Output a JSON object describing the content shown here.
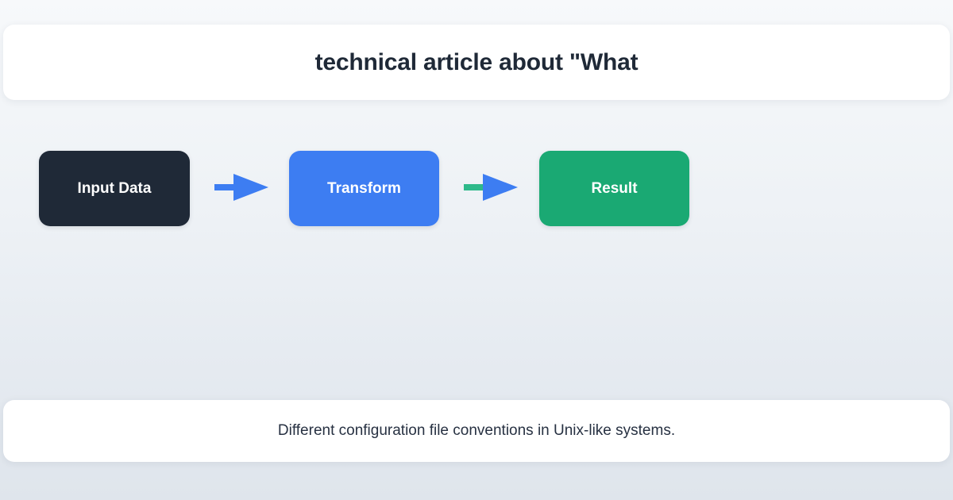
{
  "page": {
    "background_top": "#f7f9fb",
    "background_bottom": "#dfe5ec"
  },
  "header": {
    "title": "technical article about \"What"
  },
  "diagram": {
    "nodes": [
      {
        "label": "Input Data",
        "color": "#1f2937",
        "text_color": "#ffffff"
      },
      {
        "label": "Transform",
        "color": "#3d7df2",
        "text_color": "#ffffff"
      },
      {
        "label": "Result",
        "color": "#1aa973",
        "text_color": "#ffffff"
      }
    ],
    "arrows": [
      {
        "line_color": "#3d7df2",
        "head_color": "#3d7df2"
      },
      {
        "line_color": "#2eb98a",
        "head_color": "#3d7df2"
      }
    ]
  },
  "footer": {
    "caption": "Different configuration file conventions in Unix-like systems."
  }
}
